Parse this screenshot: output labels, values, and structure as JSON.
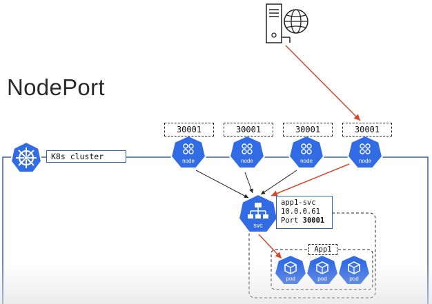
{
  "title": "NodePort",
  "cluster_label": "K8s cluster",
  "node_ports": [
    "30001",
    "30001",
    "30001",
    "30001"
  ],
  "node_label": "node",
  "service": {
    "icon_label": "svc",
    "name": "app1-svc",
    "ip": "10.0.0.61",
    "port_prefix": "Port",
    "port_value": "30001"
  },
  "app_label": "App1",
  "pod_label": "pod",
  "colors": {
    "k8s_blue": "#326ce5",
    "highlight": "#d9452a",
    "connector": "#222222"
  },
  "icons": [
    "server-icon",
    "globe-icon",
    "kubernetes-wheel-icon",
    "node-icon",
    "service-icon",
    "pod-icon"
  ]
}
